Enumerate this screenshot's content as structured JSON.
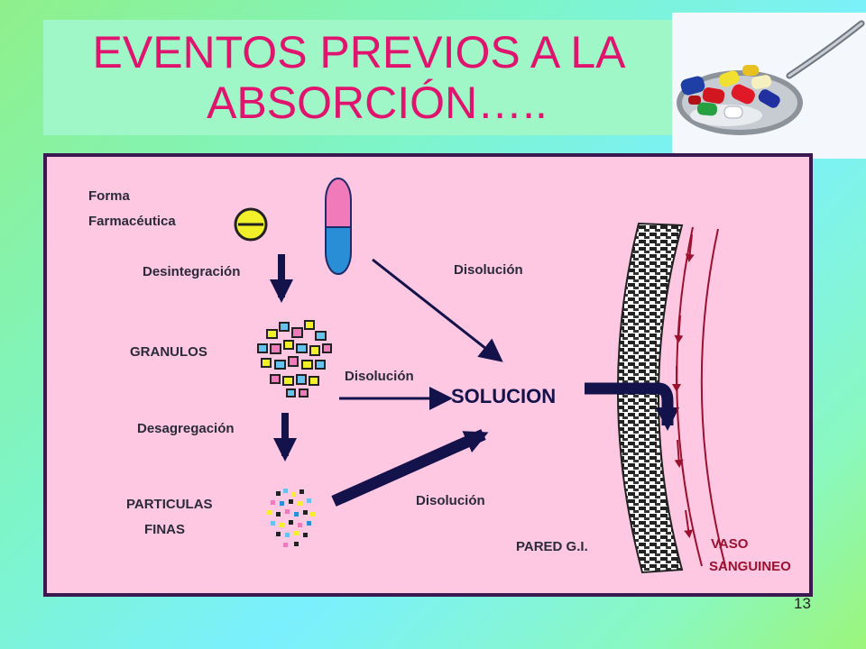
{
  "slide": {
    "title_line1": "EVENTOS PREVIOS A LA",
    "title_line2": "ABSORCIÓN…..",
    "page_number": "13"
  },
  "image": {
    "icon": "pills-on-spoon-icon"
  },
  "diagram": {
    "labels": {
      "forma": "Forma",
      "farmaceutica": "Farmacéutica",
      "desintegracion": "Desintegración",
      "granulos": "GRANULOS",
      "desagregacion": "Desagregación",
      "particulas": "PARTICULAS",
      "finas": "FINAS",
      "disolucion_top": "Disolución",
      "disolucion_mid": "Disolución",
      "disolucion_bottom": "Disolución",
      "solucion": "SOLUCION",
      "pared": "PARED G.I.",
      "vaso": "VASO",
      "sanguineo": "SANGUINEO"
    },
    "colors": {
      "panel": "#fec8e2",
      "border": "#3a1850",
      "arrow": "#14124a",
      "red": "#9c1030",
      "tablet": "#f2f028",
      "capsule_top": "#f07aba",
      "capsule_bottom": "#2a8ed6"
    }
  }
}
